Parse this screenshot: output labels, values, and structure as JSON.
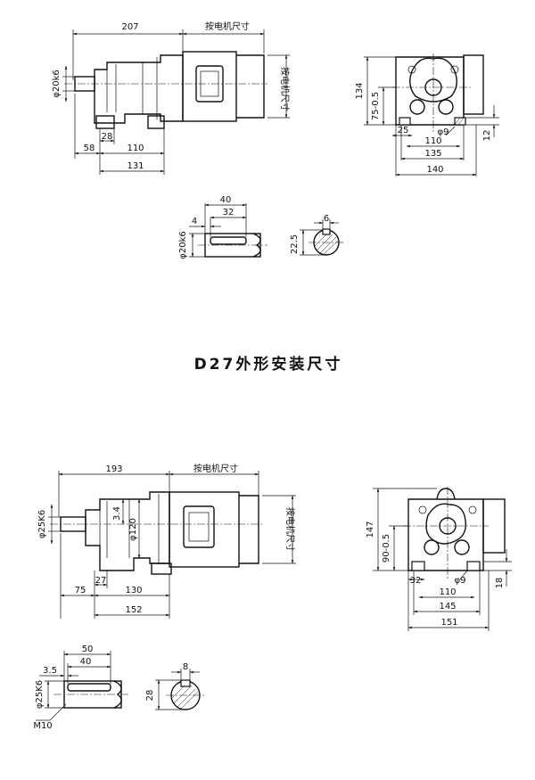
{
  "title": "D27外形安装尺寸",
  "motor_note": "按电机尺寸",
  "top_side": {
    "dims": {
      "overall": "207",
      "shaft_dia": "φ20k6",
      "d28": "28",
      "d58": "58",
      "d110": "110",
      "d131": "131"
    }
  },
  "top_end": {
    "dims": {
      "d134": "134",
      "d75": "75-0.5",
      "d25": "25",
      "phi9": "φ9",
      "d12": "12",
      "d110": "110",
      "d135": "135",
      "d140": "140"
    }
  },
  "top_shaft": {
    "dims": {
      "d40": "40",
      "d32": "32",
      "d4": "4",
      "dia": "φ20k6",
      "d6": "6",
      "d22_5": "22.5"
    }
  },
  "bottom_side": {
    "dims": {
      "overall": "193",
      "shaft_dia": "φ25K6",
      "d3_4": "3.4",
      "phi120": "φ120",
      "d27": "27",
      "d75": "75",
      "d130": "130",
      "d152": "152"
    }
  },
  "bottom_end": {
    "dims": {
      "d147": "147",
      "d90": "90-0.5",
      "d32": "32",
      "phi9": "φ9",
      "d18": "18",
      "d110": "110",
      "d145": "145",
      "d151": "151"
    }
  },
  "bottom_shaft": {
    "dims": {
      "d50": "50",
      "d40": "40",
      "d3_5": "3.5",
      "dia": "φ25K6",
      "m10": "M10",
      "d8": "8",
      "d28": "28"
    }
  }
}
